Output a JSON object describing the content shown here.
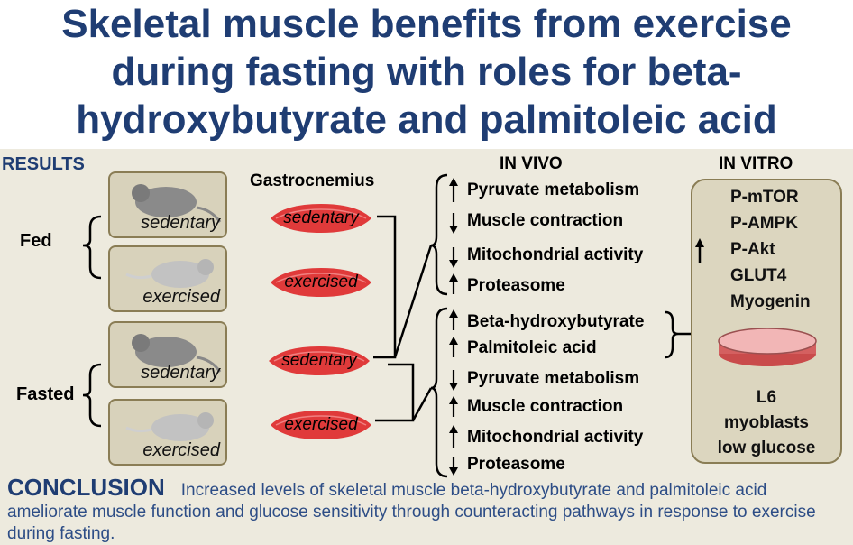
{
  "title": {
    "line1": "Skeletal muscle benefits from exercise",
    "line2": "during fasting with roles for beta-",
    "line3": "hydroxybutyrate and palmitoleic acid"
  },
  "colors": {
    "title": "#1f3d73",
    "panel": "#edeade",
    "card": "#d8d2bb",
    "border": "#8a7d55",
    "muscle": "#e03a3a"
  },
  "results_label": "RESULTS",
  "groups": {
    "fed": "Fed",
    "fasted": "Fasted"
  },
  "tissue": "Gastrocnemius",
  "mice": [
    {
      "label": "sedentary",
      "shade": "dark"
    },
    {
      "label": "exercised",
      "shade": "light"
    },
    {
      "label": "sedentary",
      "shade": "dark"
    },
    {
      "label": "exercised",
      "shade": "light"
    }
  ],
  "muscles": [
    "sedentary",
    "exercised",
    "sedentary",
    "exercised"
  ],
  "in_vivo": {
    "heading": "IN VIVO",
    "fed_comparison": [
      {
        "label": "Pyruvate metabolism",
        "direction": "up"
      },
      {
        "label": "Muscle contraction",
        "direction": "down"
      },
      {
        "label": "Mitochondrial activity",
        "direction": "down"
      },
      {
        "label": "Proteasome",
        "direction": "up"
      }
    ],
    "fasted_comparison": [
      {
        "label": "Beta-hydroxybutyrate",
        "direction": "up"
      },
      {
        "label": "Palmitoleic acid",
        "direction": "up"
      },
      {
        "label": "Pyruvate metabolism",
        "direction": "down"
      },
      {
        "label": "Muscle contraction",
        "direction": "up"
      },
      {
        "label": "Mitochondrial activity",
        "direction": "up"
      },
      {
        "label": "Proteasome",
        "direction": "down"
      }
    ]
  },
  "in_vitro": {
    "heading": "IN VITRO",
    "markers": [
      "P-mTOR",
      "P-AMPK",
      "P-Akt",
      "GLUT4",
      "Myogenin"
    ],
    "marker_direction": "up",
    "cells": [
      "L6",
      "myoblasts",
      "low glucose"
    ]
  },
  "conclusion": {
    "head": "CONCLUSION",
    "text": "Increased levels of skeletal muscle beta-hydroxybutyrate and palmitoleic acid ameliorate muscle function and glucose sensitivity through  counteracting  pathways in response to exercise during fasting."
  }
}
